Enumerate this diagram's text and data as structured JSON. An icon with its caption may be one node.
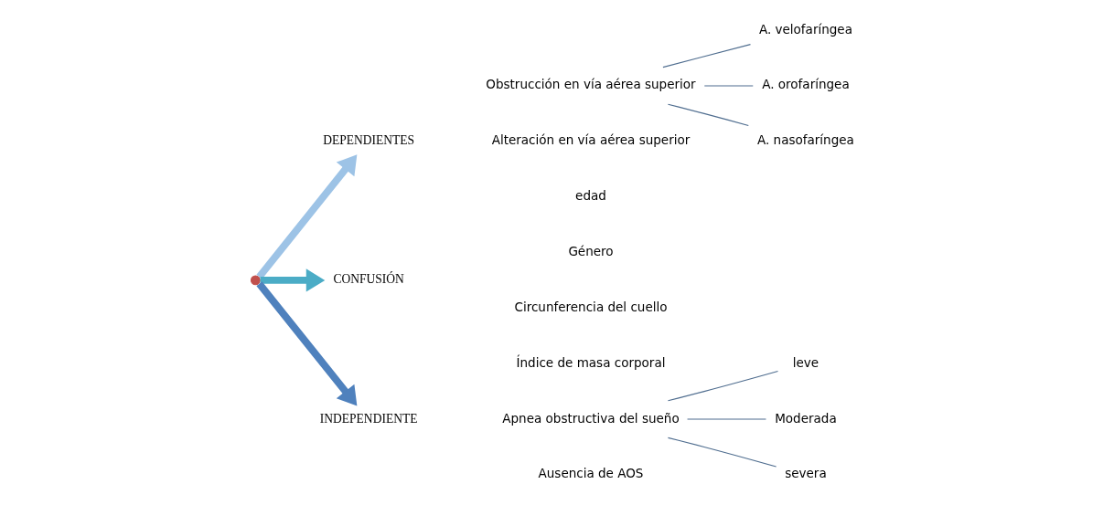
{
  "diagram": {
    "nodes": [
      {
        "text": [
          "DEPENDIENTES"
        ]
      },
      {
        "text": [
          "Obstrucción en vía aérea superior"
        ]
      },
      {
        "text": [
          "A. velofaríngea"
        ]
      },
      {
        "text": [
          "A. orofaríngea"
        ]
      },
      {
        "text": [
          "A. nasofaríngea"
        ]
      },
      {
        "text": [
          "Apnea obstructiva del sueño"
        ]
      },
      {
        "text": [
          "leve"
        ]
      },
      {
        "text": [
          "Moderada"
        ]
      },
      {
        "text": [
          "severa"
        ]
      },
      {
        "text": [
          "CONFUSIÓN"
        ]
      },
      {
        "text": [
          "INDEPENDIENTE"
        ]
      }
    ],
    "edges": [
      {
        "from": null,
        "to": 0,
        "arrow": "to",
        "style": "thick",
        "color": "#9dc3e6"
      },
      {
        "from": null,
        "to": 9,
        "arrow": "to",
        "style": "thick",
        "color": "#4bacc6"
      },
      {
        "from": null,
        "to": 10,
        "arrow": "to",
        "style": "thick",
        "color": "#4f81bd"
      },
      {
        "from": 1,
        "to": 2,
        "arrow": "none"
      },
      {
        "from": 1,
        "to": 3,
        "arrow": "none"
      },
      {
        "from": 1,
        "to": 4,
        "arrow": "none"
      },
      {
        "from": 5,
        "to": 6,
        "arrow": "none"
      },
      {
        "from": 5,
        "to": 7,
        "arrow": "none"
      },
      {
        "from": 5,
        "to": 8,
        "arrow": "none"
      }
    ],
    "labels": [
      "Alteración en vía aérea superior",
      "edad",
      "Género",
      "Ausencia de AOS",
      "Circunferencia del cuello",
      "Índice de masa corporal"
    ]
  }
}
